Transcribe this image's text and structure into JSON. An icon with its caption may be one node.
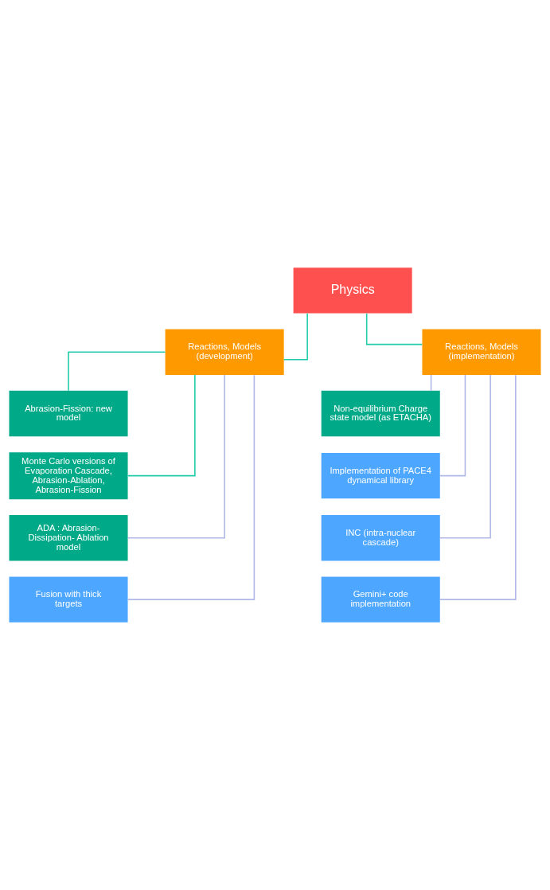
{
  "diagram": {
    "nodes": [
      {
        "text": [
          "Physics"
        ]
      },
      {
        "text": [
          "Reactions, Models (development)"
        ]
      },
      {
        "text": [
          "Reactions, Models (implementation)"
        ]
      },
      {
        "text": [
          "Abrasion-Fission: new model"
        ]
      },
      {
        "text": [
          "Monte Carlo versions of Evaporation Cascade, Abrasion-Ablation, Abrasion-Fission"
        ]
      },
      {
        "text": [
          "ADA : Abrasion- Dissipation- Ablation model"
        ]
      },
      {
        "text": [
          "Fusion with thick targets"
        ]
      },
      {
        "text": [
          "Non-equilibrium Charge state model (as ETACHA)"
        ]
      },
      {
        "text": [
          "Implementation of PACE4 dynamical library"
        ]
      },
      {
        "text": [
          "INC (intra-nuclear cascade)"
        ]
      },
      {
        "text": [
          "Gemini+ code implementation"
        ]
      }
    ],
    "edges": [
      {
        "from": 0,
        "to": 1,
        "arrow": "none",
        "color": "#22ccaa"
      },
      {
        "from": 0,
        "to": 2,
        "arrow": "none",
        "color": "#22ccaa"
      },
      {
        "from": 1,
        "to": 3,
        "arrow": "none",
        "color": "#22ccaa"
      },
      {
        "from": 1,
        "to": 4,
        "arrow": "none",
        "color": "#22ccaa"
      },
      {
        "from": 1,
        "to": 5,
        "arrow": "none"
      },
      {
        "from": 1,
        "to": 6,
        "arrow": "none"
      },
      {
        "from": 2,
        "to": 7,
        "arrow": "none"
      },
      {
        "from": 2,
        "to": 8,
        "arrow": "none"
      },
      {
        "from": 2,
        "to": 9,
        "arrow": "none"
      },
      {
        "from": 2,
        "to": 10,
        "arrow": "none"
      }
    ]
  }
}
